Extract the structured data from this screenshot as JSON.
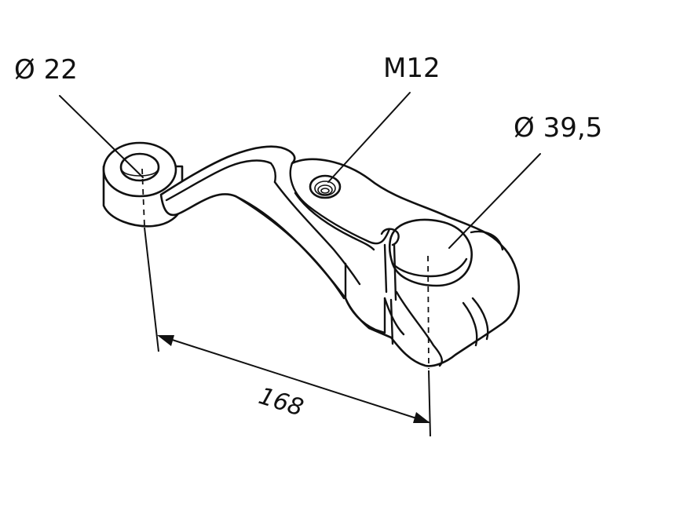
{
  "callouts": {
    "small_bore": "Ø 22",
    "thread": "M12",
    "large_bore": "Ø 39,5"
  },
  "dimension": {
    "center_distance": "168"
  }
}
